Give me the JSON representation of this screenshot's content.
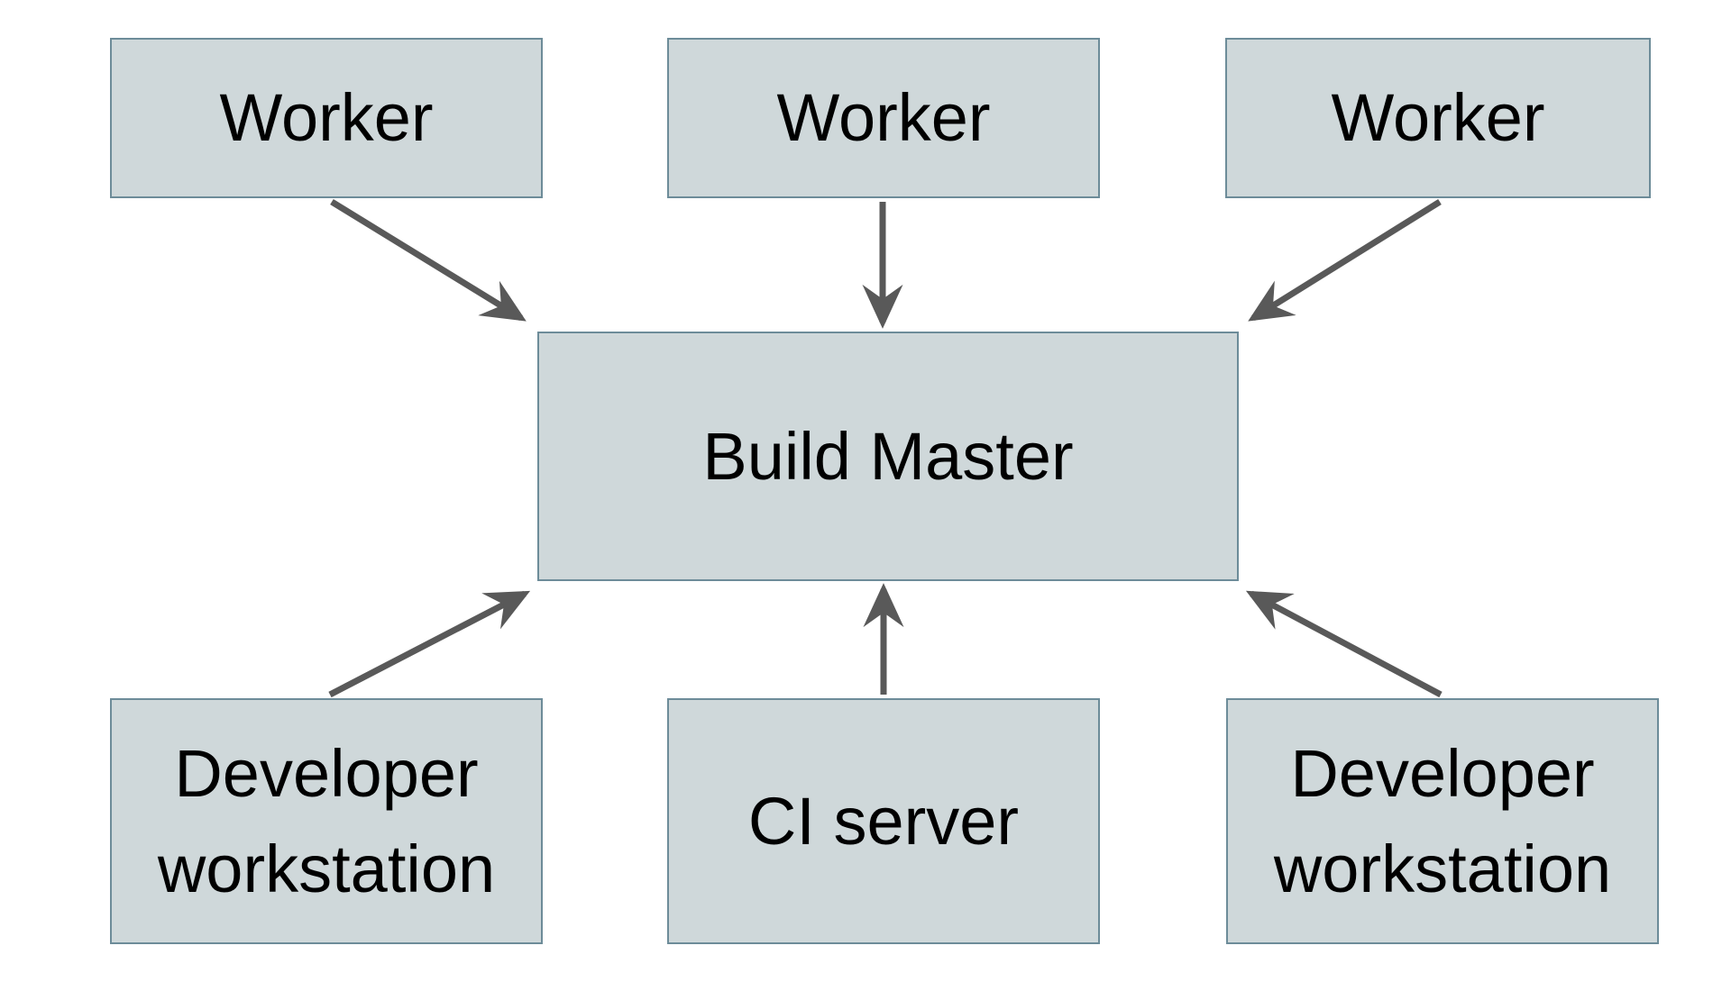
{
  "diagram": {
    "type": "architecture-diagram",
    "nodes": {
      "worker_left": {
        "label": "Worker"
      },
      "worker_middle": {
        "label": "Worker"
      },
      "worker_right": {
        "label": "Worker"
      },
      "build_master": {
        "label": "Build Master"
      },
      "developer_workstation_left": {
        "label": "Developer workstation"
      },
      "ci_server": {
        "label": "CI server"
      },
      "developer_workstation_right": {
        "label": "Developer workstation"
      }
    },
    "edges": [
      {
        "from": "worker_left",
        "to": "build_master"
      },
      {
        "from": "worker_middle",
        "to": "build_master"
      },
      {
        "from": "worker_right",
        "to": "build_master"
      },
      {
        "from": "developer_workstation_left",
        "to": "build_master"
      },
      {
        "from": "ci_server",
        "to": "build_master"
      },
      {
        "from": "developer_workstation_right",
        "to": "build_master"
      }
    ],
    "colors": {
      "node_fill": "#cfd8da",
      "node_border": "#6d8c99",
      "arrow": "#595959",
      "text": "#000000",
      "background": "#ffffff"
    }
  }
}
